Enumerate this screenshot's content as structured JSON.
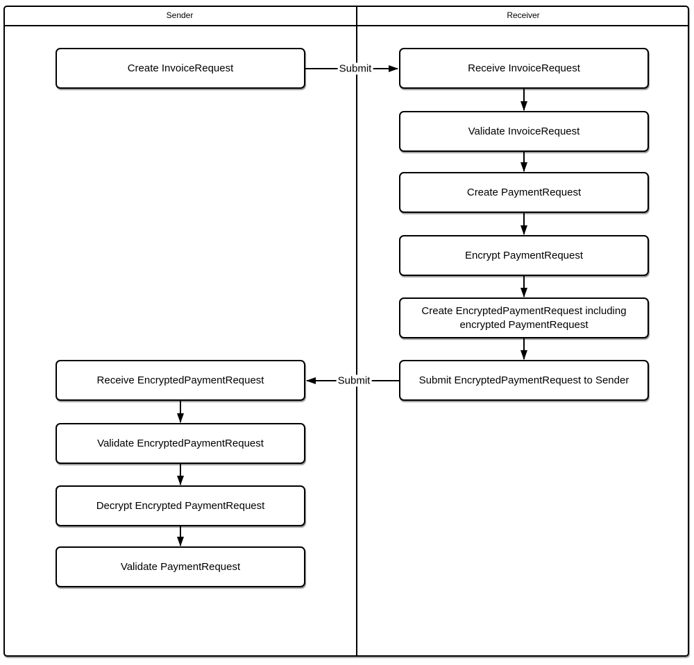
{
  "lanes": {
    "sender": {
      "title": "Sender"
    },
    "receiver": {
      "title": "Receiver"
    }
  },
  "sender_boxes": [
    {
      "label": "Create InvoiceRequest"
    },
    {
      "label": "Receive EncryptedPaymentRequest"
    },
    {
      "label": "Validate EncryptedPaymentRequest"
    },
    {
      "label": "Decrypt Encrypted PaymentRequest"
    },
    {
      "label": "Validate PaymentRequest"
    }
  ],
  "receiver_boxes": [
    {
      "label": "Receive InvoiceRequest"
    },
    {
      "label": "Validate InvoiceRequest"
    },
    {
      "label": "Create PaymentRequest"
    },
    {
      "label": "Encrypt PaymentRequest"
    },
    {
      "label": "Create EncryptedPaymentRequest including encrypted PaymentRequest"
    },
    {
      "label": "Submit EncryptedPaymentRequest to Sender"
    }
  ],
  "arrow_labels": {
    "invoice_submit": "Submit",
    "payment_submit": "Submit"
  },
  "colors": {
    "line": "#000000",
    "box_fill": "#ffffff",
    "text": "#000000"
  }
}
